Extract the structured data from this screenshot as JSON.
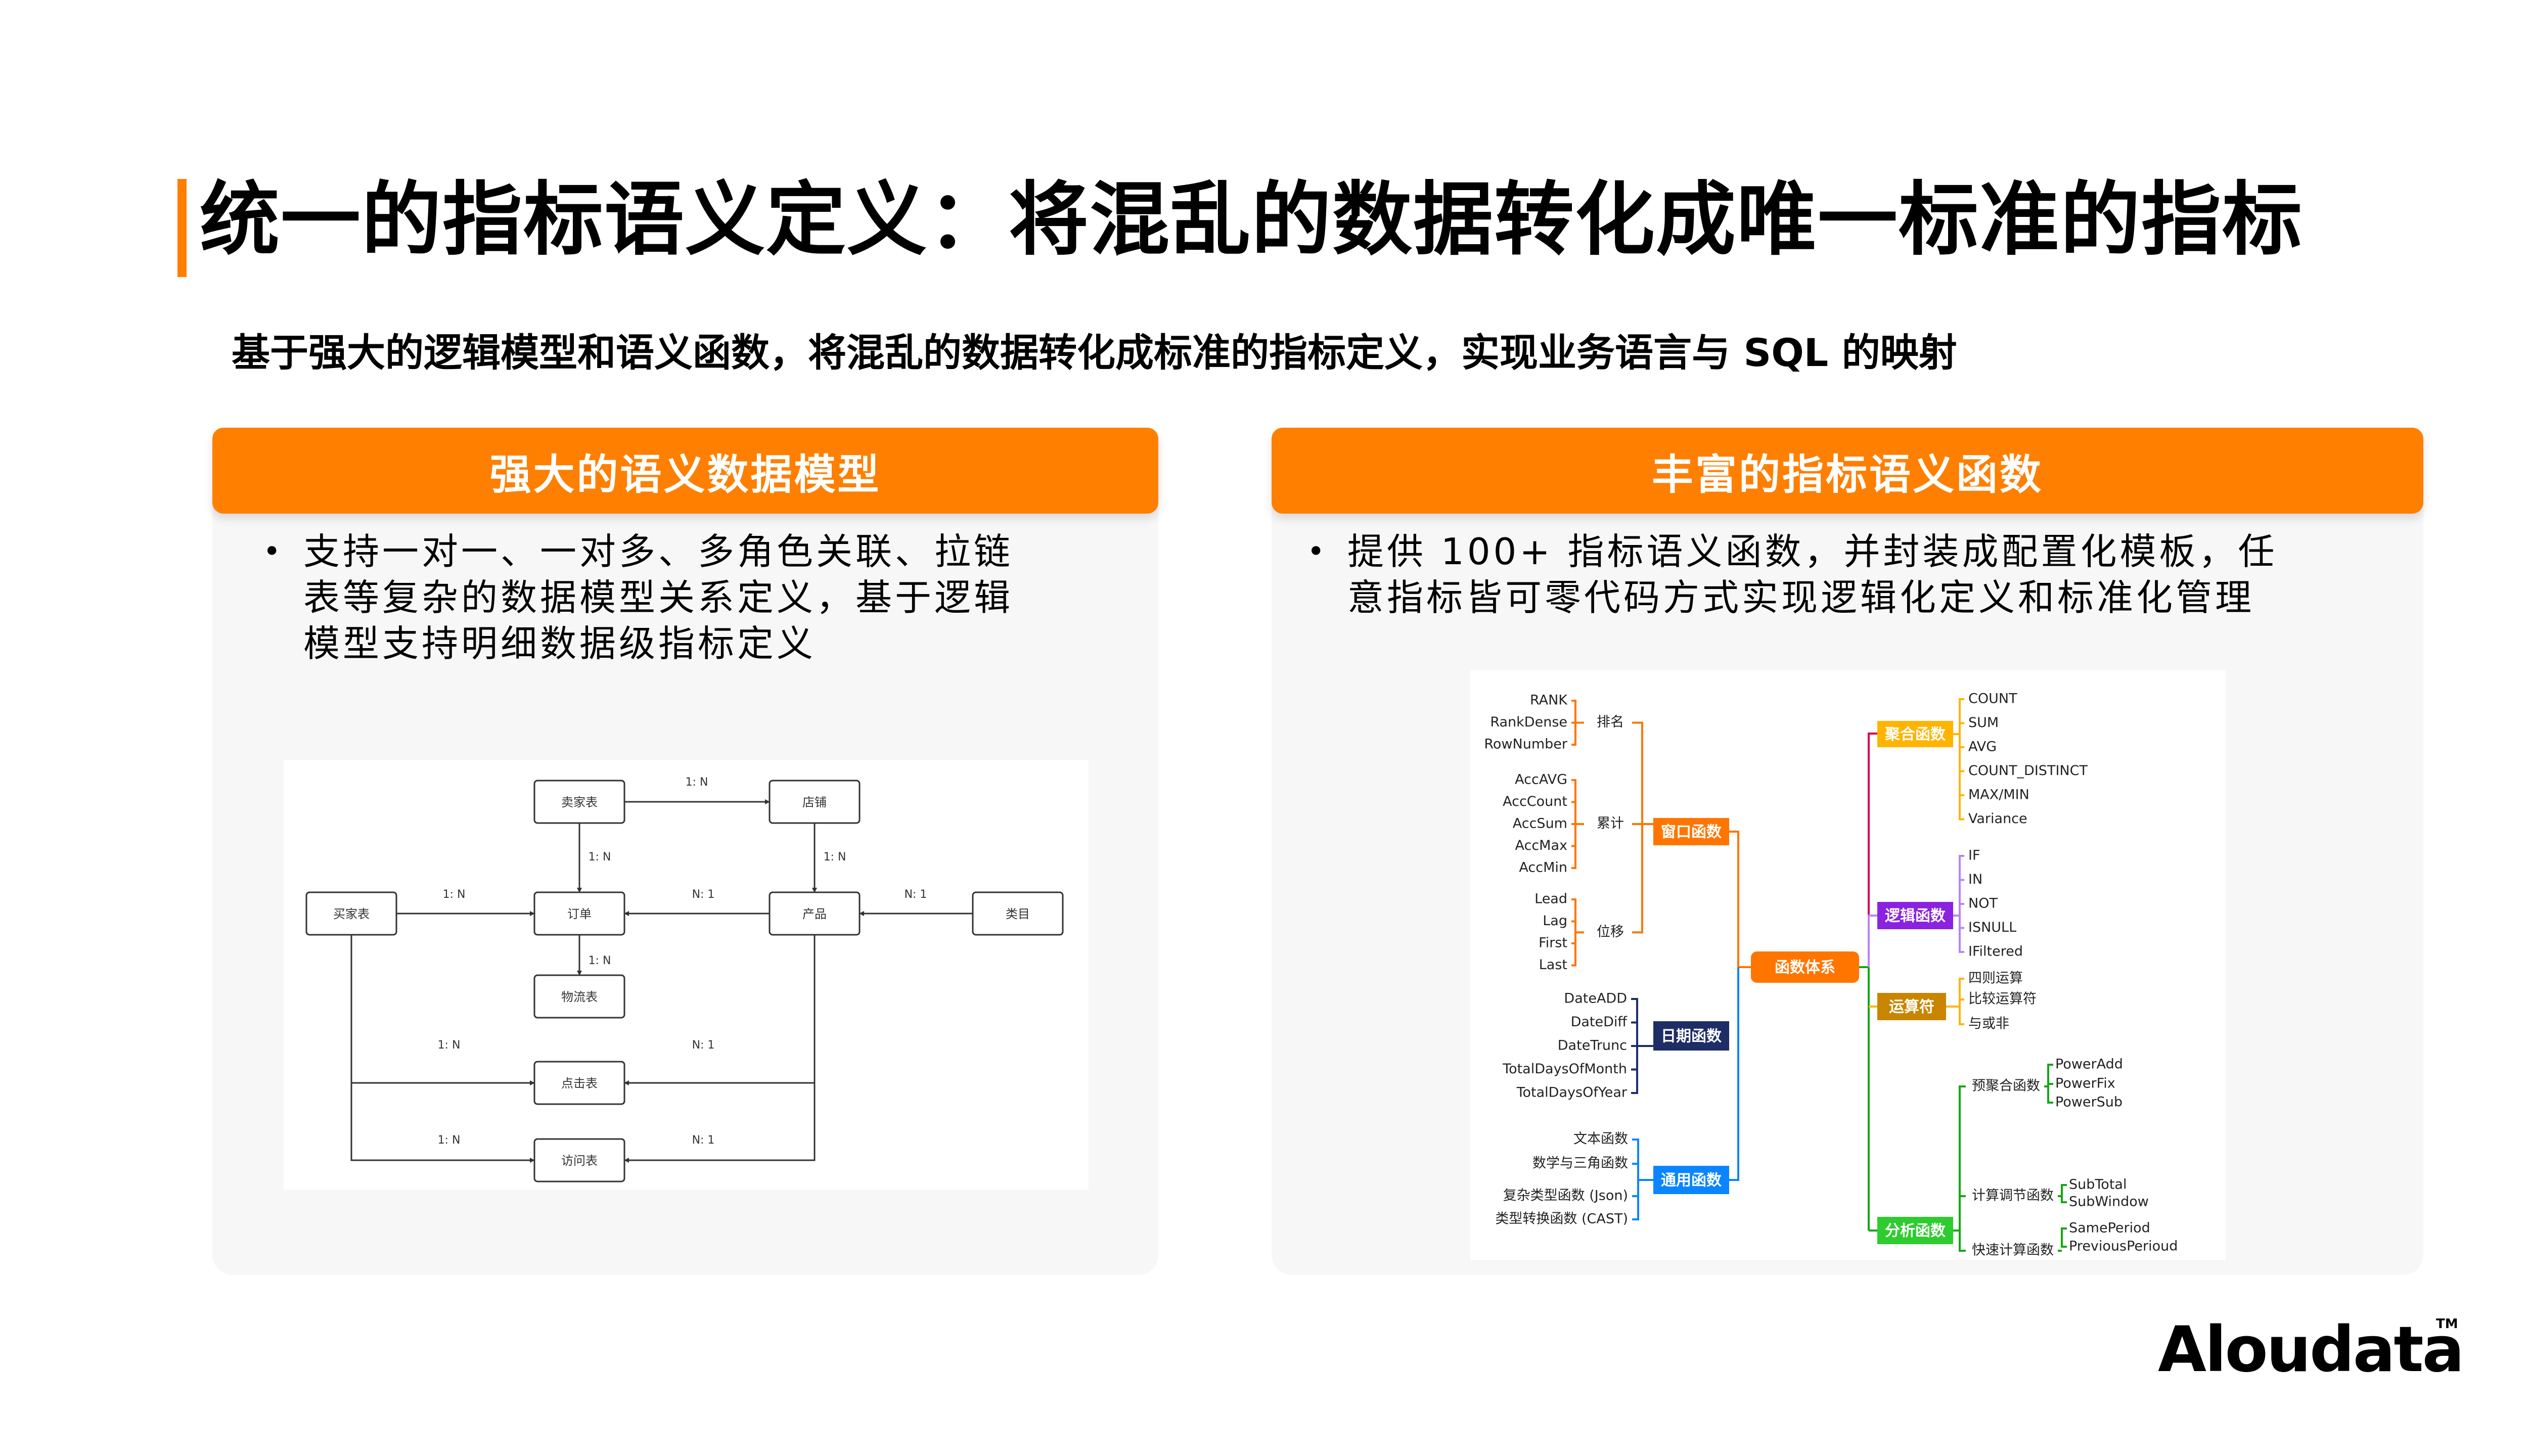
{
  "slide": {
    "title": "统一的指标语义定义：将混乱的数据转化成唯一标准的指标",
    "subtitle": "基于强大的逻辑模型和语义函数，将混乱的数据转化成标准的指标定义，实现业务语言与 SQL 的映射",
    "accent_color": "#FF7F00"
  },
  "left_panel": {
    "header": "强大的语义数据模型",
    "bullet": "•",
    "lines": [
      "支持一对一、一对多、多角色关联、拉链",
      "表等复杂的数据模型关系定义，基于逻辑",
      "模型支持明细数据级指标定义"
    ],
    "er_diagram": {
      "tables": {
        "seller": "卖家表",
        "shop": "店铺",
        "buyer": "买家表",
        "order": "订单",
        "product": "产品",
        "category": "类目",
        "logistics": "物流表",
        "click": "点击表",
        "visit": "访问表"
      },
      "relations": [
        {
          "from": "seller",
          "to": "shop",
          "label": "1: N"
        },
        {
          "from": "seller",
          "to": "order",
          "label": "1: N"
        },
        {
          "from": "shop",
          "to": "product",
          "label": "1: N"
        },
        {
          "from": "buyer",
          "to": "order",
          "label": "1: N"
        },
        {
          "from": "product",
          "to": "order",
          "label": "N: 1"
        },
        {
          "from": "category",
          "to": "product",
          "label": "N: 1"
        },
        {
          "from": "order",
          "to": "logistics",
          "label": "1: N"
        },
        {
          "from": "buyer",
          "to": "click",
          "label": "1: N"
        },
        {
          "from": "product",
          "to": "click",
          "label": "N: 1"
        },
        {
          "from": "buyer",
          "to": "visit",
          "label": "1: N"
        },
        {
          "from": "product",
          "to": "visit",
          "label": "N: 1"
        }
      ]
    }
  },
  "right_panel": {
    "header": "丰富的指标语义函数",
    "bullet": "•",
    "lines": [
      "提供 100+ 指标语义函数，并封装成配置化模板，任",
      "意指标皆可零代码方式实现逻辑化定义和标准化管理"
    ],
    "function_tree": {
      "root": "函数体系",
      "left_branches": [
        {
          "label": "窗口函数",
          "color": "#FF7500",
          "groups": [
            {
              "label": "排名",
              "items": [
                "RANK",
                "RankDense",
                "RowNumber"
              ]
            },
            {
              "label": "累计",
              "items": [
                "AccAVG",
                "AccCount",
                "AccSum",
                "AccMax",
                "AccMin"
              ]
            },
            {
              "label": "位移",
              "items": [
                "Lead",
                "Lag",
                "First",
                "Last"
              ]
            }
          ]
        },
        {
          "label": "日期函数",
          "color": "#1F2D66",
          "items": [
            "DateADD",
            "DateDiff",
            "DateTrunc",
            "TotalDaysOfMonth",
            "TotalDaysOfYear"
          ]
        },
        {
          "label": "通用函数",
          "color": "#0A85FF",
          "items": [
            "文本函数",
            "数学与三角函数",
            "复杂类型函数 (Json)",
            "类型转换函数 (CAST)"
          ]
        }
      ],
      "right_branches": [
        {
          "label": "聚合函数",
          "color": "#FFB400",
          "line_color": "#D6004A",
          "items": [
            "COUNT",
            "SUM",
            "AVG",
            "COUNT_DISTINCT",
            "MAX/MIN",
            "Variance"
          ]
        },
        {
          "label": "逻辑函数",
          "color": "#8A22E0",
          "line_color": "#B985F0",
          "items": [
            "IF",
            "IN",
            "NOT",
            "ISNULL",
            "IFiltered"
          ]
        },
        {
          "label": "运算符",
          "color": "#C98500",
          "line_color": "#FFB400",
          "items": [
            "四则运算",
            "比较运算符",
            "与或非"
          ]
        },
        {
          "label": "分析函数",
          "color": "#2ECC2E",
          "line_color": "#12A812",
          "groups": [
            {
              "label": "预聚合函数",
              "items": [
                "PowerAdd",
                "PowerFix",
                "PowerSub"
              ]
            },
            {
              "label": "计算调节函数",
              "items": [
                "SubTotal",
                "SubWindow"
              ]
            },
            {
              "label": "快速计算函数",
              "items": [
                "SamePeriod",
                "PreviousPerioud"
              ]
            }
          ]
        }
      ],
      "root_color": "#FF7500",
      "right_trunk_color": "#12A812",
      "left_trunk_color": "#0A85FF"
    }
  },
  "logo": {
    "text": "Aloudata",
    "tm": "TM"
  }
}
